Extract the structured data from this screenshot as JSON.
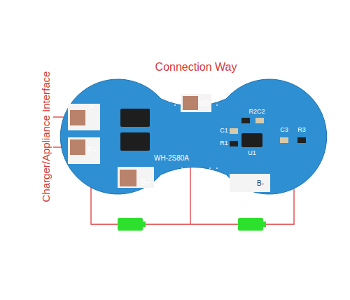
{
  "diagram": {
    "title": "Connection Way",
    "labels": [
      "Charger/Appliance Interface",
      "P-",
      "P+",
      "MB",
      "B+",
      "B-",
      "R2C2",
      "C1",
      "R1",
      "U1",
      "C3",
      "R3",
      "WH-2S80A"
    ]
  }
}
